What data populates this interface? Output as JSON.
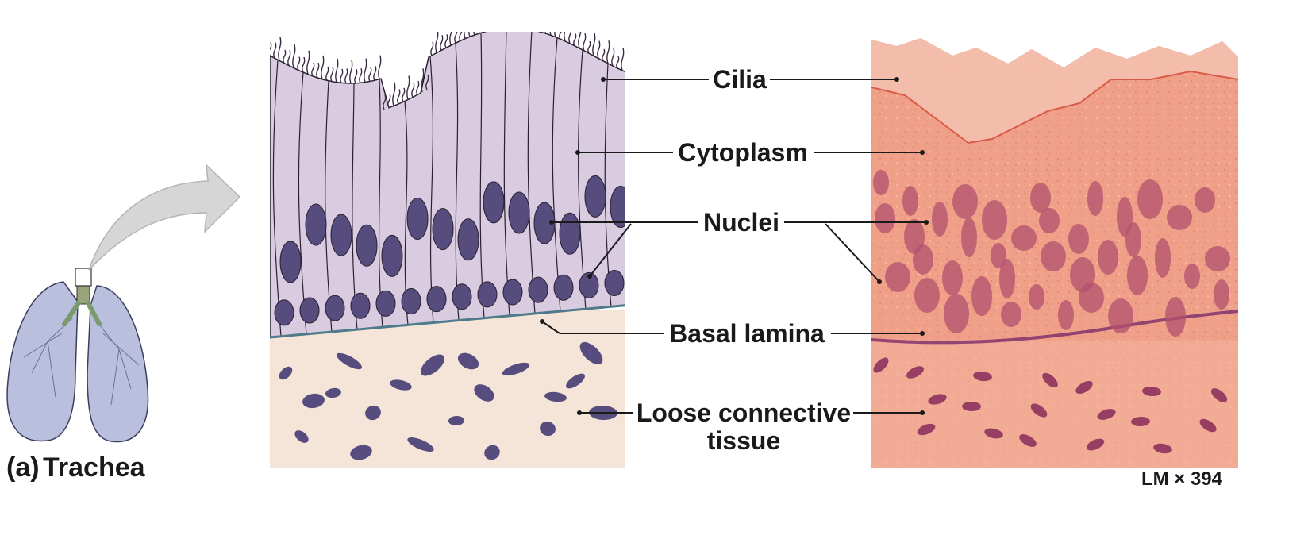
{
  "panel_label": "(a)",
  "panel_title": "Trachea",
  "labels": {
    "cilia": "Cilia",
    "cytoplasm": "Cytoplasm",
    "nuclei": "Nuclei",
    "basal_lamina": "Basal lamina",
    "loose_connective_line1": "Loose connective",
    "loose_connective_line2": "tissue"
  },
  "magnification": "LM × 394",
  "colors": {
    "cell_fill": "#d9cbe0",
    "cell_outline": "#2a2030",
    "nucleus": "#574c7e",
    "connective": "#f5e4d8",
    "micrograph_base": "#f0a088",
    "micrograph_nucleus": "#b2506e",
    "lung": "#b9bfdc",
    "arrow": "#cfcfcf"
  }
}
